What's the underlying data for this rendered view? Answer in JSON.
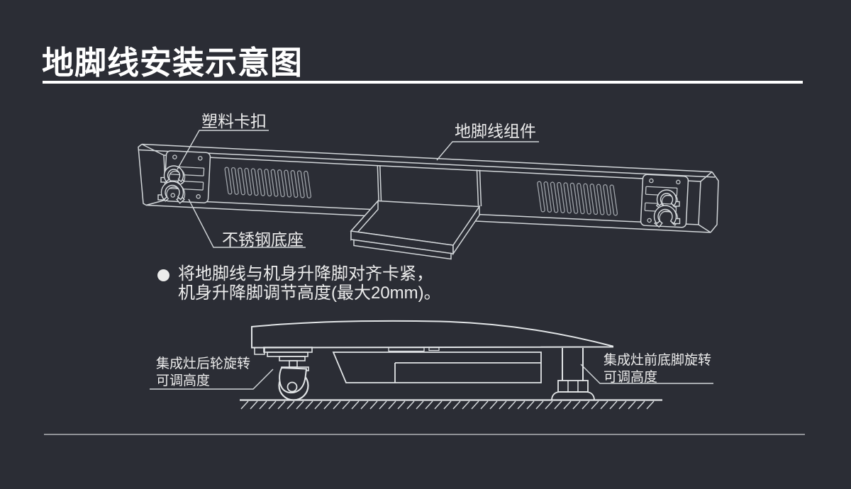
{
  "page": {
    "background_color": "#2b2d35",
    "line_color": "#d2d6d9",
    "title_divider_color": "#ffffff",
    "bottom_divider_color": "#909296"
  },
  "title": "地脚线安装示意图",
  "baseboard_diagram": {
    "labels": {
      "plastic_clip": "塑料卡扣",
      "assembly": "地脚线组件",
      "stainless_base": "不锈钢底座"
    }
  },
  "note": {
    "bullet": "●",
    "line1": "将地脚线与机身升降脚对齐卡紧，",
    "line2": "机身升降脚调节高度(最大20mm)。"
  },
  "stove_diagram": {
    "labels": {
      "rear_wheel_line1": "集成灶后轮旋转",
      "rear_wheel_line2": "可调高度",
      "front_foot_line1": "集成灶前底脚旋转",
      "front_foot_line2": "可调高度"
    }
  }
}
